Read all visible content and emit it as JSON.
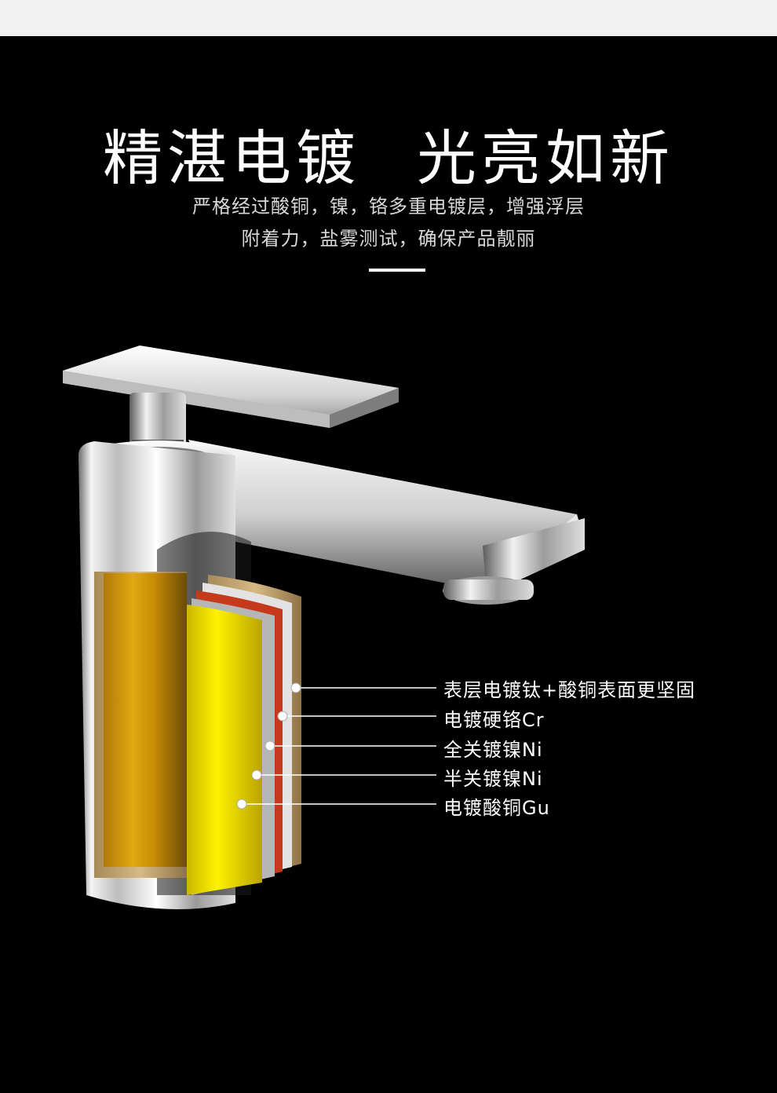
{
  "page": {
    "title_left": "精湛电镀",
    "title_right": "光亮如新",
    "subtitle_line1": "严格经过酸铜，镍，铬多重电镀层，增强浮层",
    "subtitle_line2": "附着力，盐雾测试，确保产品靓丽"
  },
  "colors": {
    "background": "#000000",
    "text": "#ffffff",
    "subtitle": "#d8d8d8",
    "copper_layer": "#d39a0a",
    "yellow_layer": "#f2e200",
    "red_layer": "#c43a1a",
    "chrome": "#e6e6e6"
  },
  "callouts": [
    {
      "label": "表层电镀钛+酸铜表面更坚固"
    },
    {
      "label": "电镀硬铬Cr"
    },
    {
      "label": "全关镀镍Ni"
    },
    {
      "label": "半关镀镍Ni"
    },
    {
      "label": "电镀酸铜Gu"
    }
  ]
}
